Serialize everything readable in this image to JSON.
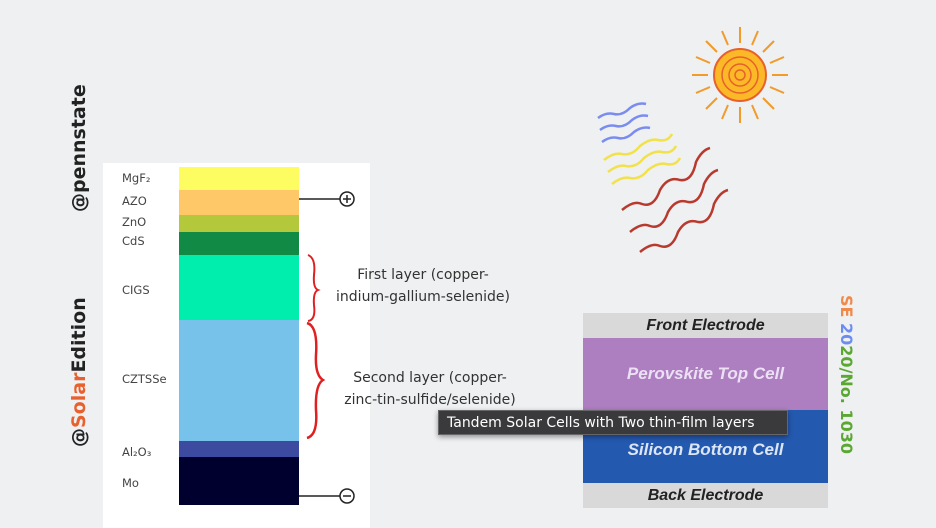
{
  "watermarks": {
    "pennstate": "@pennstate",
    "at": "@",
    "solar": "Solar",
    "edition": "Edition"
  },
  "cigs_stack": {
    "layers": [
      {
        "label": "MgF₂",
        "color": "#fdfd62"
      },
      {
        "label": "AZO",
        "color": "#fec868"
      },
      {
        "label": "ZnO",
        "color": "#b3c83a"
      },
      {
        "label": "CdS",
        "color": "#118a45"
      },
      {
        "label": "CIGS",
        "color": "#00eead"
      },
      {
        "label": "CZTSSe",
        "color": "#77c2ea"
      },
      {
        "label": "Al₂O₃",
        "color": "#3c4aa0"
      },
      {
        "label": "Mo",
        "color": "#00002e"
      }
    ],
    "plus": "+",
    "minus": "−",
    "first_layer": [
      "First layer (copper-",
      "indium-gallium-selenide)"
    ],
    "second_layer": [
      "Second layer (copper-",
      "zinc-tin-sulfide/selenide)"
    ]
  },
  "tandem": {
    "front": "Front Electrode",
    "top": "Perovskite Top Cell",
    "bottom": "Silicon Bottom Cell",
    "back": "Back Electrode"
  },
  "edition_tag": {
    "se": "SE",
    "twenty": "20",
    "rest": "20/No. 1030"
  },
  "tooltip": "Tandem Solar Cells with Two thin-film layers"
}
